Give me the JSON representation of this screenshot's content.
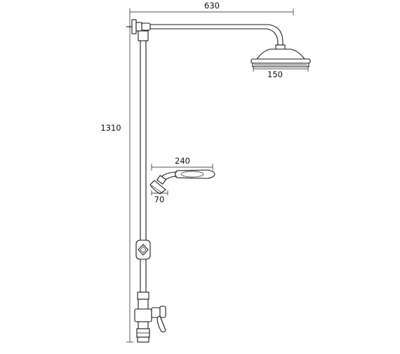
{
  "dimensions": {
    "arm_width": "630",
    "head_diameter": "150",
    "overall_height": "1310",
    "handset_length": "240",
    "handset_head_diameter": "70"
  }
}
